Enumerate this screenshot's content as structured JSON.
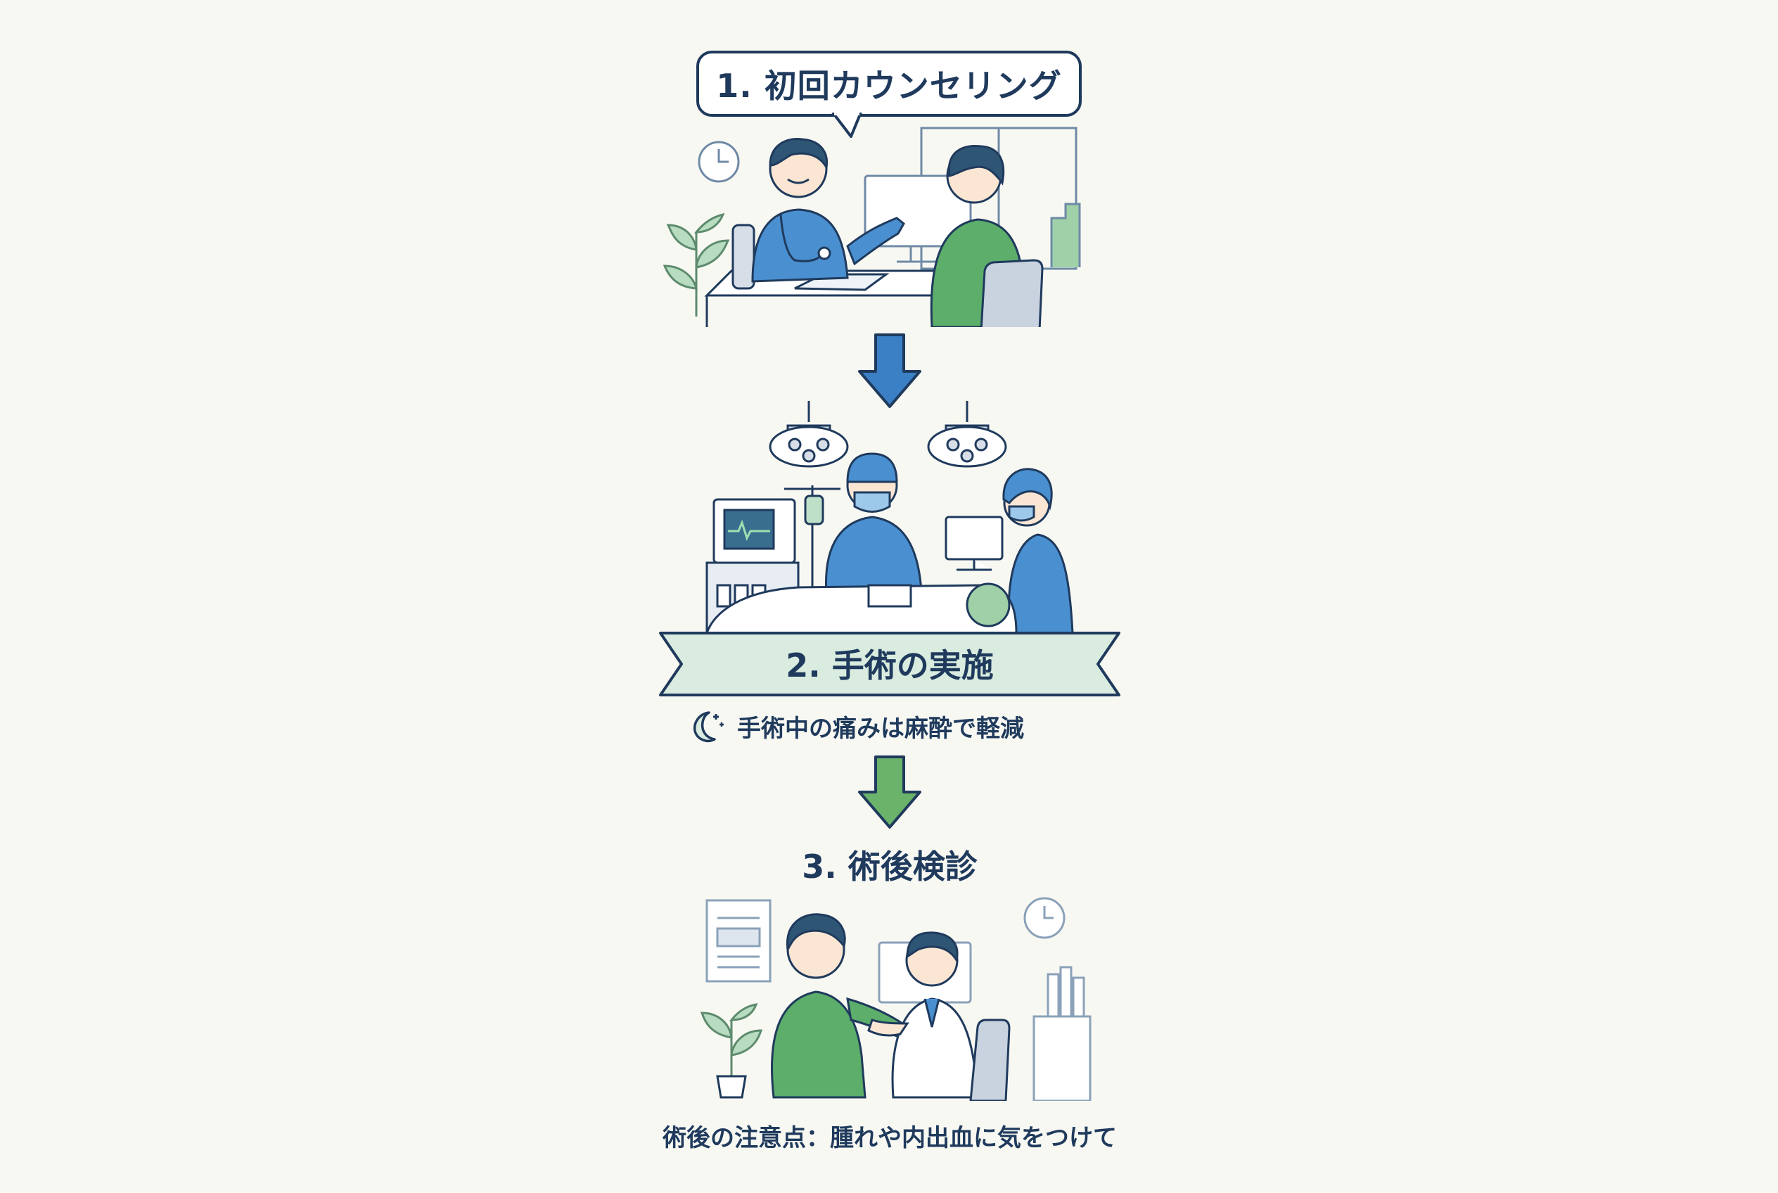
{
  "steps": [
    {
      "title": "1. 初回カウンセリング",
      "icon": "consultation-scene"
    },
    {
      "title": "2. 手術の実施",
      "note": "手術中の痛みは麻酔で軽減",
      "note_icon": "moon-stars-icon",
      "icon": "operating-room-scene"
    },
    {
      "title": "3. 術後検診",
      "icon": "post-op-checkup-scene"
    }
  ],
  "caution": "術後の注意点：腫れや内出血に気をつけて",
  "colors": {
    "navy": "#1f3a5c",
    "blue_arrow": "#3b7fc4",
    "green_arrow": "#6bb36b",
    "banner_fill": "#d9ecdf",
    "scrub_blue": "#4a8fd0",
    "patient_green": "#5cae6a"
  }
}
